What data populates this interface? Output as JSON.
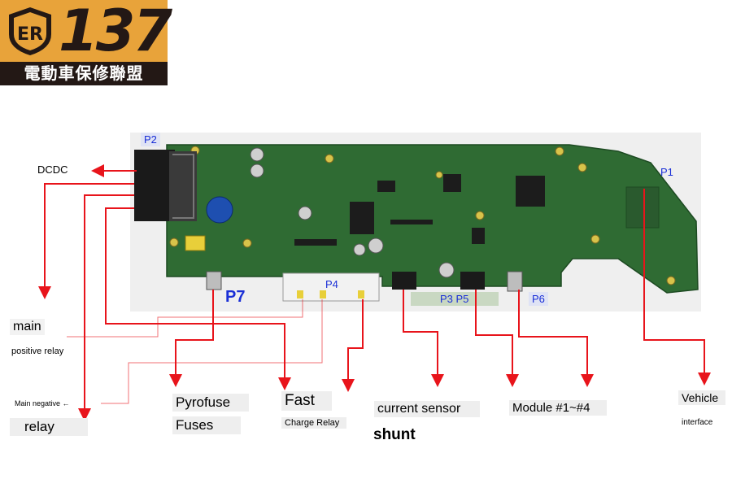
{
  "logo": {
    "number": "137",
    "subtitle": "電動車保修聯盟",
    "emblem": "ER"
  },
  "connectors": {
    "p1": "P1",
    "p2": "P2",
    "p3p5": "P3 P5",
    "p4": "P4",
    "p6": "P6",
    "p7": "P7"
  },
  "labels": {
    "dcdc": "DCDC",
    "main": "main",
    "main_positive": "positive relay",
    "main_negative": "Main negative ←",
    "relay": "relay",
    "pyrofuse": "Pyrofuse",
    "fuses": "Fuses",
    "fast": "Fast",
    "charge_relay": "Charge Relay",
    "current_sensor": "current sensor",
    "shunt": "shunt",
    "module": "Module #1~#4",
    "vehicle": "Vehicle",
    "interface": "interface"
  },
  "colors": {
    "arrow": "#e8141b",
    "connector_label": "#1a2fd6",
    "pcb": "#2f6b33",
    "logo_orange": "#e8a33a"
  }
}
